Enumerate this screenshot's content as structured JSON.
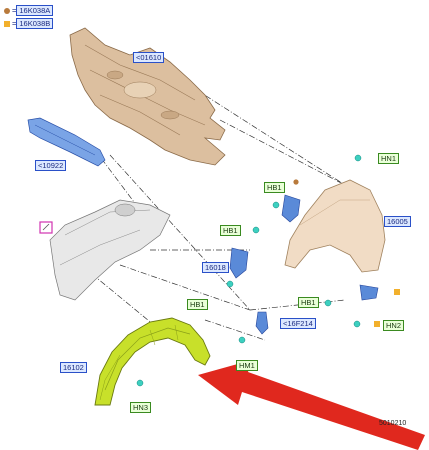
{
  "legend": [
    {
      "symbol": "dot",
      "color": "#b87a3c",
      "text": "16K038A"
    },
    {
      "symbol": "square",
      "color": "#f2b02c",
      "text": "16K038B"
    }
  ],
  "labels": {
    "p_01610": "<01610",
    "p_10922": "<10922",
    "p_hn1": "HN1",
    "p_hb1_a": "HB1",
    "p_16005": "16005",
    "p_hb1_b": "HB1",
    "p_16018": "16018",
    "p_hb1_c": "HB1",
    "p_hb1_d": "HB1",
    "p_16f214": "<16F214",
    "p_hn2": "HN2",
    "p_hm1": "HM1",
    "p_16102": "16102",
    "p_hn3": "HN3"
  },
  "reference_code": "5010210",
  "colors": {
    "label_border_blue": "#2a50c8",
    "label_border_green": "#3a8a20",
    "arrow_red": "#e0281e",
    "body_beige": "#dcbf9f",
    "liner_green": "#c8e02a",
    "fender_beige": "#f1dcc5",
    "bracket_blue": "#5a8ad8"
  }
}
